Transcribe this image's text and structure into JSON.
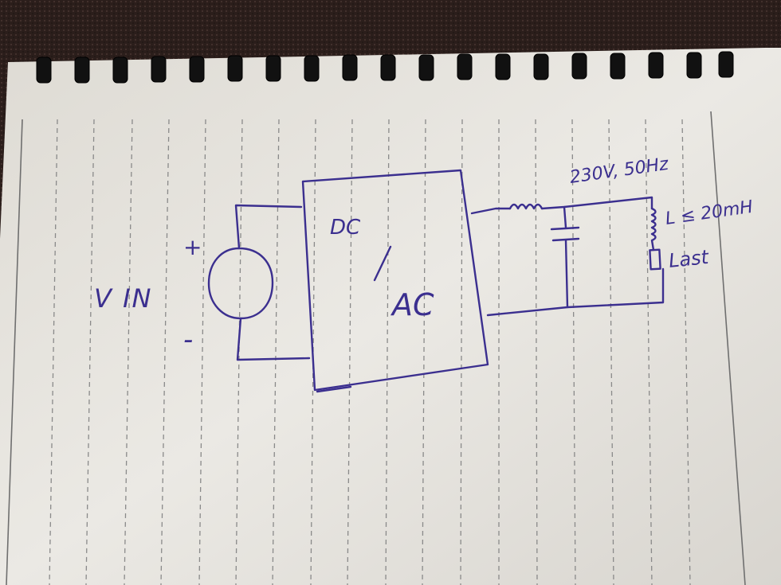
{
  "colors": {
    "paper": "#e8e6e1",
    "paper_shade": "#d3d1cb",
    "rule_line": "#8e8e8e",
    "ink": "#3b2f8f",
    "background": "#2a1f1c",
    "binding_ring": "#111111"
  },
  "diagram": {
    "source_label": "V IN",
    "source_plus": "+",
    "source_minus": "-",
    "converter_label_top": "DC",
    "converter_label_bottom": "AC",
    "grid_label": "230V, 50Hz",
    "inductor_label": "L ≤ 20mH",
    "load_label": "Last"
  }
}
